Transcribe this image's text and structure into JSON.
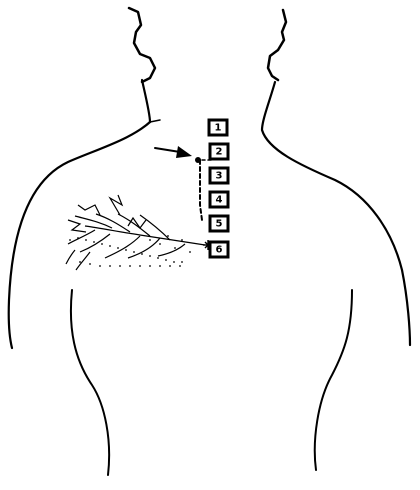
{
  "diagram": {
    "vertebra_labels": [
      "1",
      "2",
      "3",
      "4",
      "5",
      "6"
    ],
    "colors": {
      "ink": "#000000",
      "background": "#ffffff"
    },
    "icons": {
      "arrow": "right-arrow-icon",
      "origin": "dot-marker",
      "endpoint": "asterisk-marker"
    }
  }
}
